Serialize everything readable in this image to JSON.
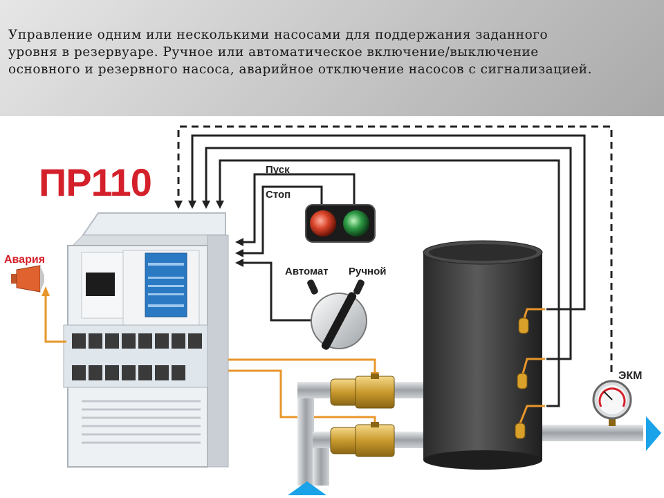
{
  "header": {
    "lines": [
      "Управление одним или несколькими насосами для поддержания заданного",
      "уровня в резервуаре. Ручное или автоматическое включение/выключение",
      "основного и резервного насоса, аварийное отключение насосов с сигнализацией."
    ]
  },
  "diagram": {
    "device_title": "ПР110",
    "alarm_label": "Авария",
    "start_label": "Пуск",
    "stop_label": "Стоп",
    "auto_label": "Автомат",
    "manual_label": "Ручной",
    "pressure_label": "ЭКМ",
    "colors": {
      "title_red": "#d4202a",
      "signal_orange": "#e8962a",
      "flow_blue": "#1aa3e8",
      "tank": "#3a3a3a",
      "pipe": "#b8bcc0"
    }
  }
}
